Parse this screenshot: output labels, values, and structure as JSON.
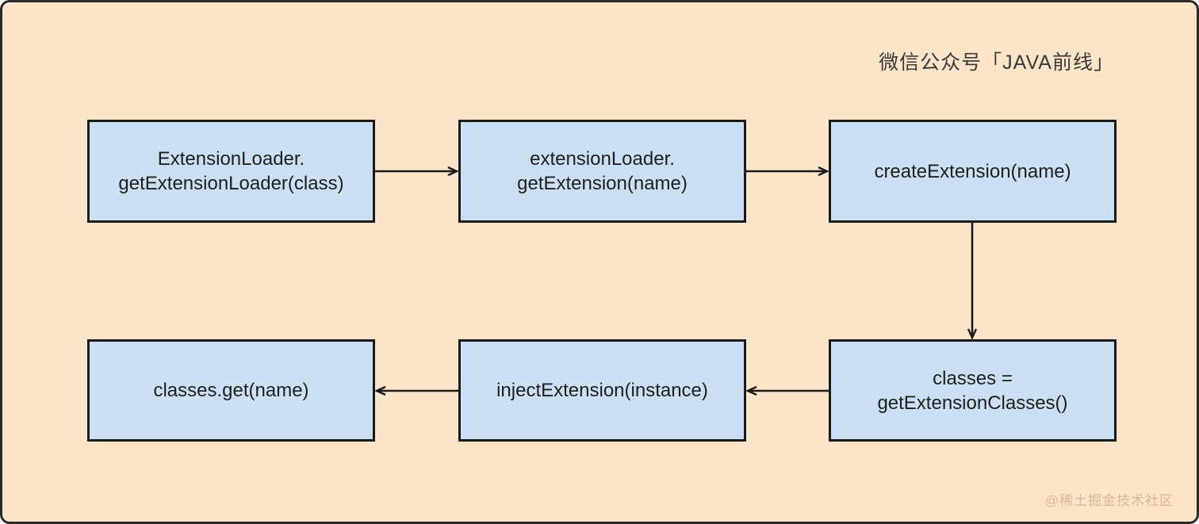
{
  "frame": {
    "title": "微信公众号「JAVA前线」",
    "watermark": "@稀土掘金技术社区",
    "colors": {
      "background": "#fde5ca",
      "node_fill": "#cbe1f3",
      "node_border": "#1a1a1a",
      "arrow": "#1a1a1a",
      "title_text": "#3a3a3a",
      "watermark_text": "#d6b694"
    }
  },
  "diagram": {
    "type": "flowchart",
    "nodes": [
      {
        "id": "extension-loader-get-extension-loader",
        "lines": [
          "ExtensionLoader.",
          "getExtensionLoader(class)"
        ]
      },
      {
        "id": "extension-loader-get-extension",
        "lines": [
          "extensionLoader.",
          "getExtension(name)"
        ]
      },
      {
        "id": "create-extension",
        "lines": [
          "createExtension(name)"
        ]
      },
      {
        "id": "get-extension-classes",
        "lines": [
          "classes =",
          "getExtensionClasses()"
        ]
      },
      {
        "id": "inject-extension",
        "lines": [
          "injectExtension(instance)"
        ]
      },
      {
        "id": "classes-get",
        "lines": [
          "classes.get(name)"
        ]
      }
    ],
    "edges": [
      {
        "from": "extension-loader-get-extension-loader",
        "to": "extension-loader-get-extension",
        "direction": "right"
      },
      {
        "from": "extension-loader-get-extension",
        "to": "create-extension",
        "direction": "right"
      },
      {
        "from": "create-extension",
        "to": "get-extension-classes",
        "direction": "down"
      },
      {
        "from": "get-extension-classes",
        "to": "inject-extension",
        "direction": "left"
      },
      {
        "from": "inject-extension",
        "to": "classes-get",
        "direction": "left"
      }
    ]
  }
}
